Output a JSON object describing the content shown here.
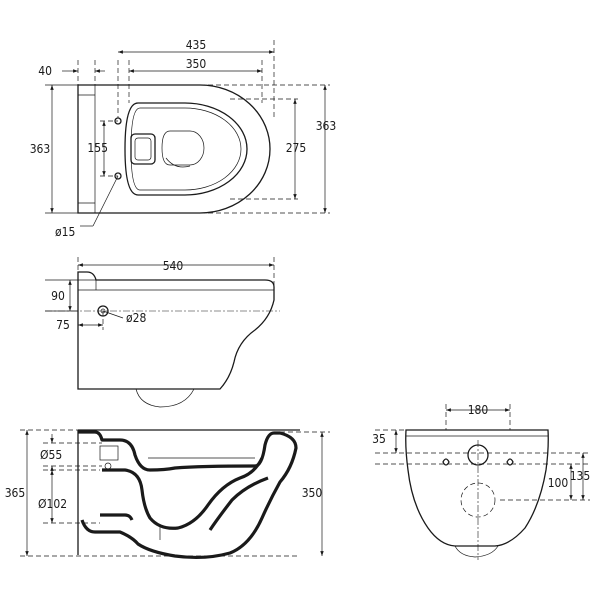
{
  "top_view": {
    "width_total": "435",
    "width_inner": "350",
    "offset": "40",
    "height_total": "363",
    "height_inner": "363",
    "hole_spacing": "155",
    "seat_depth": "275",
    "hole_diameter": "ø15"
  },
  "side_view": {
    "length": "540",
    "height": "90",
    "inlet_offset": "75",
    "inlet_diameter": "ø28"
  },
  "section_view": {
    "total_height": "365",
    "rim_height": "350",
    "inlet_diameter": "Ø55",
    "outlet_diameter": "Ø102"
  },
  "rear_view": {
    "bolt_spacing": "180",
    "top_offset": "35",
    "outlet_height": "100",
    "inlet_height": "135"
  }
}
